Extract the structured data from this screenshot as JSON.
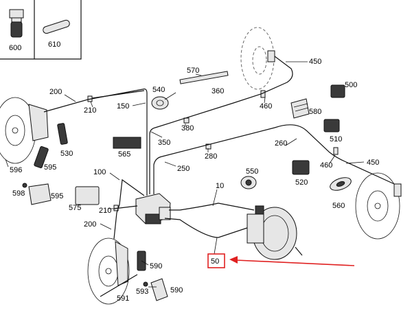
{
  "diagram": {
    "accent_color": "#e02020",
    "inset_labels": [
      "600",
      "610"
    ],
    "callouts": {
      "c10": "10",
      "c50": "50",
      "c100": "100",
      "c150": "150",
      "c200a": "200",
      "c200b": "200",
      "c210a": "210",
      "c210b": "210",
      "c250": "250",
      "c260": "260",
      "c280": "280",
      "c350": "350",
      "c360": "360",
      "c380": "380",
      "c450a": "450",
      "c450b": "450",
      "c460a": "460",
      "c460b": "460",
      "c500": "500",
      "c510": "510",
      "c520": "520",
      "c530": "530",
      "c540": "540",
      "c550": "550",
      "c560": "560",
      "c565": "565",
      "c570": "570",
      "c575": "575",
      "c580": "580",
      "c590a": "590",
      "c590b": "590",
      "c591": "591",
      "c593": "593",
      "c595a": "595",
      "c595b": "595",
      "c596": "596",
      "c598": "598"
    }
  }
}
